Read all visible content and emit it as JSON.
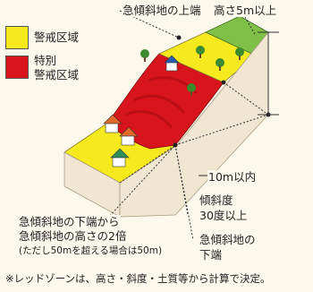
{
  "colors": {
    "yellow_zone": "#f6ea1e",
    "red_zone": "#d8141c",
    "ground_side": "#f0e6d2",
    "ground_edge": "#a89a80",
    "tree": "#3c8a2e"
  },
  "legend": [
    {
      "label": "警戒区域",
      "color": "#f6ea1e"
    },
    {
      "label": "特別",
      "label2": "警戒区域",
      "color": "#d8141c"
    }
  ],
  "labels": {
    "top_edge": "急傾斜地の上端",
    "height": "高さ5m以上",
    "within_10m": "10m以内",
    "slope_line1": "傾斜度",
    "slope_line2": "30度以上",
    "bottom_edge_line1": "急傾斜地の",
    "bottom_edge_line2": "下端",
    "from_bottom_line1": "急傾斜地の下端から",
    "from_bottom_line2": "急傾斜地の高さの2倍",
    "from_bottom_line3": "(ただし50mを超える場合は50m)"
  },
  "footnote": "※レッドゾーンは、高さ・斜度・土質等から計算で決定。"
}
